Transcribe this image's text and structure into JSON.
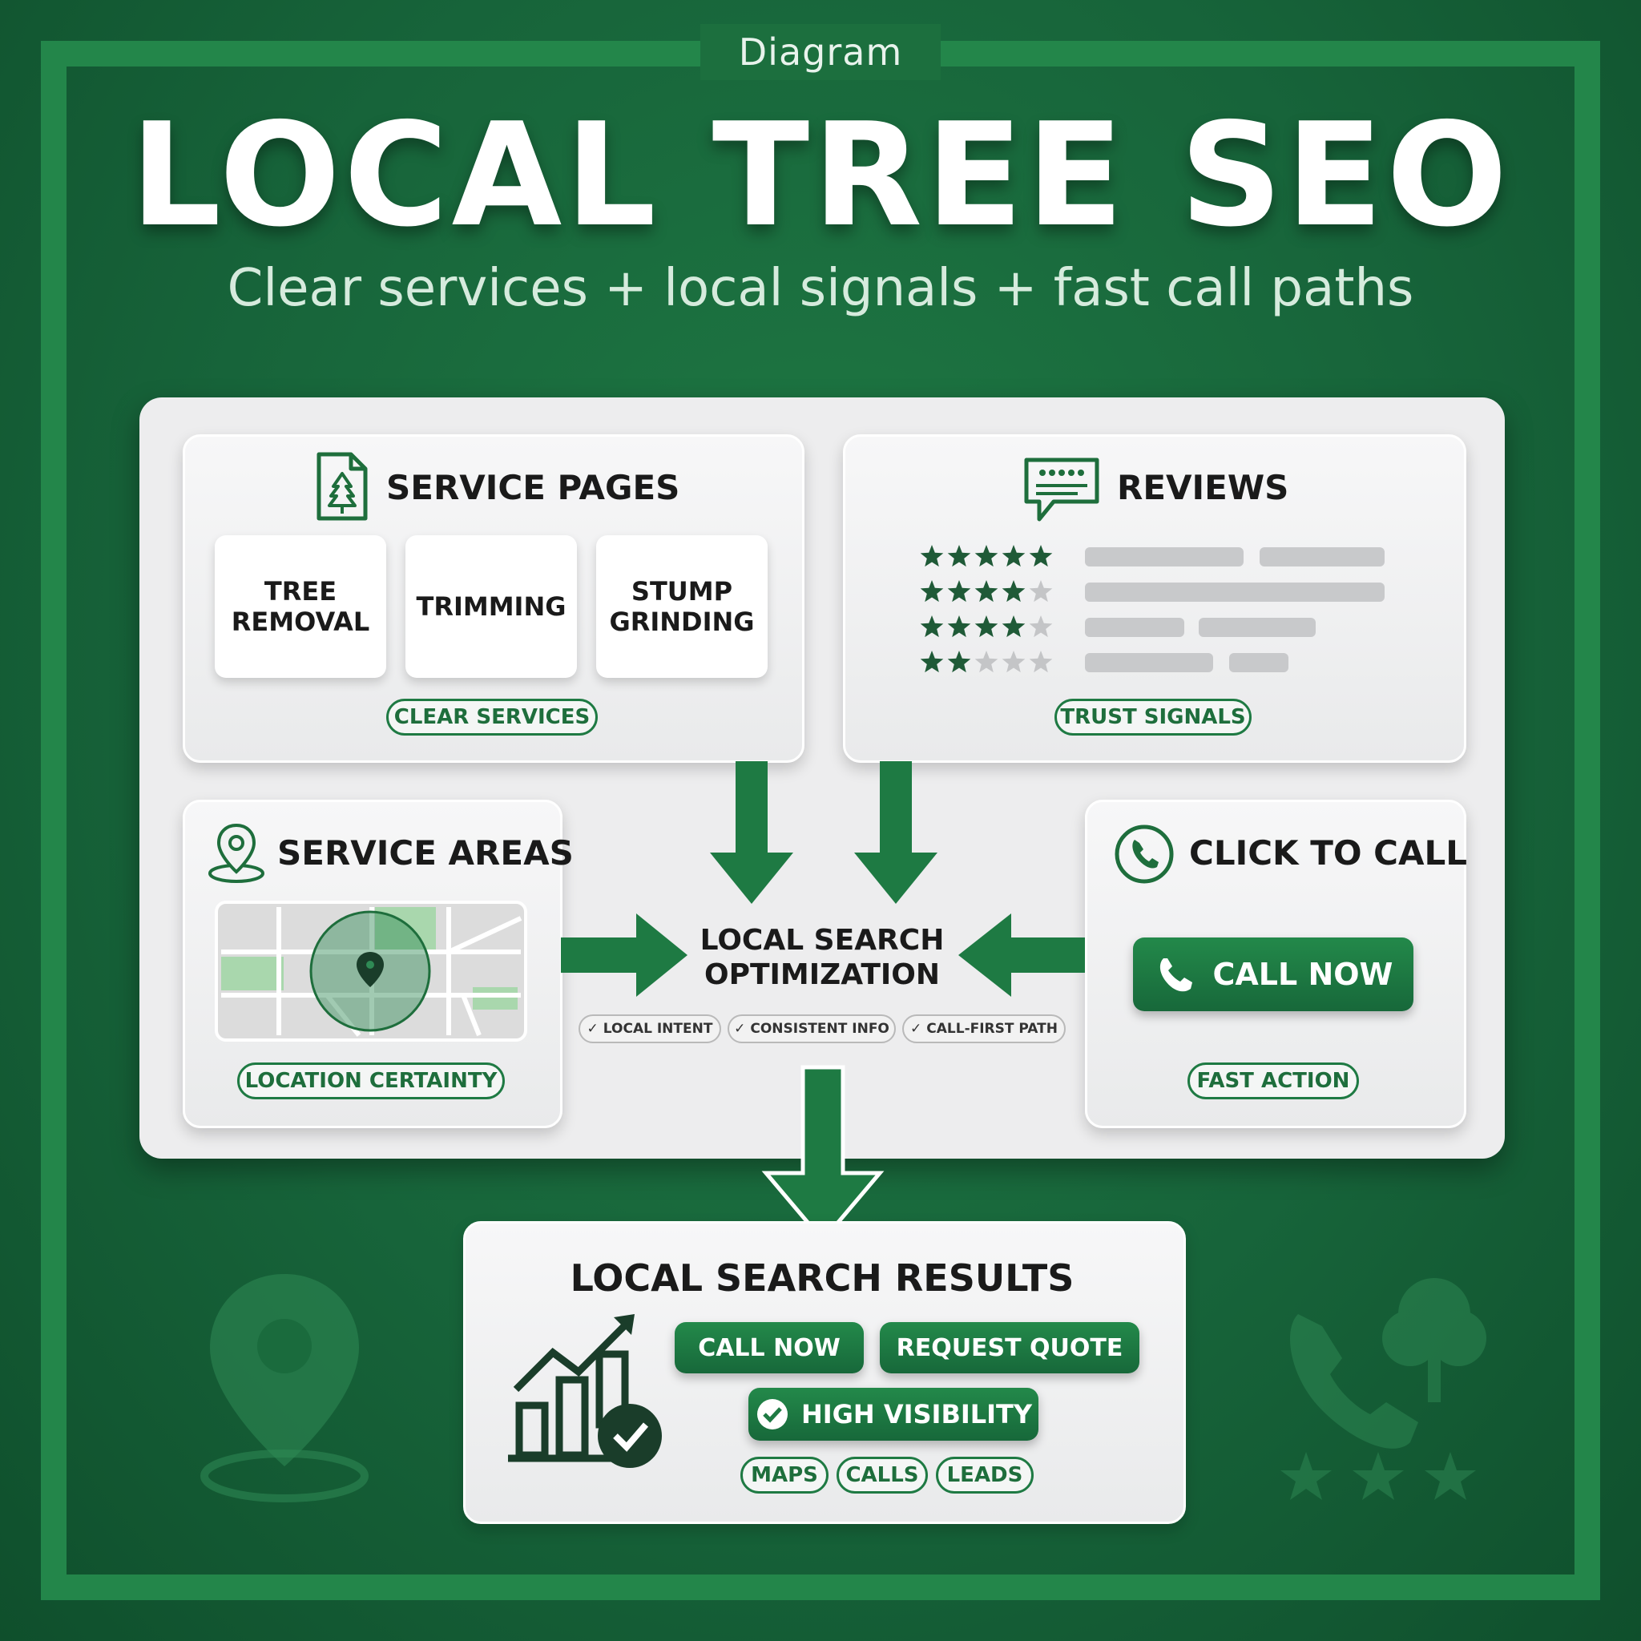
{
  "header": {
    "eyebrow": "Diagram",
    "title": "LOCAL TREE SEO",
    "subtitle": "Clear services + local signals + fast call paths"
  },
  "service_pages": {
    "title": "SERVICE PAGES",
    "services": [
      "TREE\nREMOVAL",
      "TRIMMING",
      "STUMP\nGRINDING"
    ],
    "tag": "CLEAR SERVICES"
  },
  "reviews": {
    "title": "REVIEWS",
    "ratings": [
      5,
      4,
      4,
      2
    ],
    "tag": "TRUST SIGNALS"
  },
  "service_areas": {
    "title": "SERVICE AREAS",
    "tag": "LOCATION CERTAINTY"
  },
  "click_to_call": {
    "title": "CLICK TO CALL",
    "button": "CALL NOW",
    "tag": "FAST ACTION"
  },
  "center": {
    "label": "LOCAL SEARCH\nOPTIMIZATION",
    "checks": [
      "LOCAL INTENT",
      "CONSISTENT INFO",
      "CALL-FIRST PATH"
    ]
  },
  "results": {
    "title": "LOCAL SEARCH RESULTS",
    "buttons": [
      "CALL NOW",
      "REQUEST QUOTE"
    ],
    "visibility": "HIGH VISIBILITY",
    "tags": [
      "MAPS",
      "CALLS",
      "LEADS"
    ]
  },
  "colors": {
    "brand_green": "#1e7a43",
    "background_green": "#17643a",
    "panel": "#ededee"
  }
}
